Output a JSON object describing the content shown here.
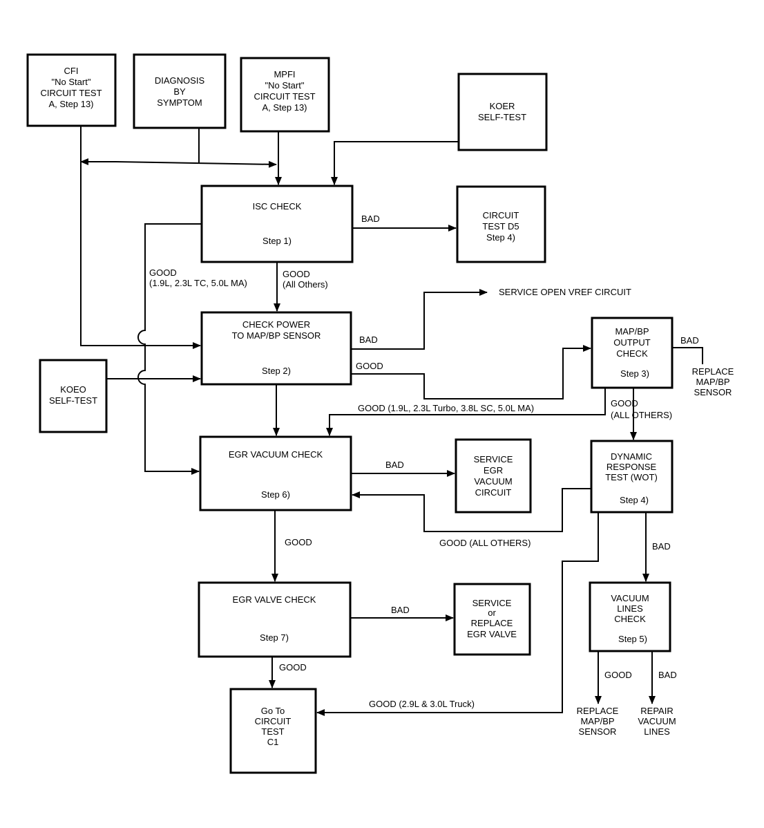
{
  "boxes": {
    "cfi": {
      "lines": [
        "CFI",
        "\"No Start\"",
        "CIRCUIT TEST",
        "A, Step 13)"
      ]
    },
    "diagnosis": {
      "lines": [
        "DIAGNOSIS",
        "BY",
        "SYMPTOM"
      ]
    },
    "mpfi": {
      "lines": [
        "MPFI",
        "\"No Start\"",
        "CIRCUIT TEST",
        "A, Step 13)"
      ]
    },
    "koer": {
      "lines": [
        "KOER",
        "SELF-TEST"
      ]
    },
    "isc": {
      "title": "ISC CHECK",
      "step": "Step 1)"
    },
    "d5": {
      "lines": [
        "CIRCUIT",
        "TEST D5",
        "Step 4)"
      ]
    },
    "power": {
      "lines": [
        "CHECK POWER",
        "TO MAP/BP SENSOR"
      ],
      "step": "Step 2)"
    },
    "koeo": {
      "lines": [
        "KOEO",
        "SELF-TEST"
      ]
    },
    "mapout": {
      "lines": [
        "MAP/BP",
        "OUTPUT",
        "CHECK"
      ],
      "step": "Step 3)"
    },
    "egrvac": {
      "title": "EGR VACUUM CHECK",
      "step": "Step 6)"
    },
    "svcegr": {
      "lines": [
        "SERVICE",
        "EGR",
        "VACUUM",
        "CIRCUIT"
      ]
    },
    "dynamic": {
      "lines": [
        "DYNAMIC",
        "RESPONSE",
        "TEST (WOT)"
      ],
      "step": "Step 4)"
    },
    "egrvalve": {
      "title": "EGR VALVE CHECK",
      "step": "Step 7)"
    },
    "svcvalve": {
      "lines": [
        "SERVICE",
        "or",
        "REPLACE",
        "EGR VALVE"
      ]
    },
    "vaclines": {
      "lines": [
        "VACUUM",
        "LINES",
        "CHECK"
      ],
      "step": "Step 5)"
    },
    "c1": {
      "lines": [
        "Go To",
        "CIRCUIT",
        "TEST",
        "C1"
      ]
    }
  },
  "labels": {
    "isc_bad": "BAD",
    "isc_good_a": [
      "GOOD",
      "(1.9L, 2.3L TC, 5.0L MA)"
    ],
    "isc_good_b": [
      "GOOD",
      "(All Others)"
    ],
    "svc_vref": "SERVICE OPEN VREF CIRCUIT",
    "power_bad": "BAD",
    "power_good": "GOOD",
    "map_bad": "BAD",
    "replace_map1": [
      "REPLACE",
      "MAP/BP",
      "SENSOR"
    ],
    "good_turbo": "GOOD (1.9L, 2.3L Turbo, 3.8L SC, 5.0L MA)",
    "good_all_others_upper": [
      "GOOD",
      "(ALL OTHERS)"
    ],
    "egrvac_bad": "BAD",
    "good_all_others_lower": "GOOD (ALL OTHERS)",
    "egrvac_good": "GOOD",
    "dyn_bad": "BAD",
    "egrvalve_bad": "BAD",
    "egrvalve_good": "GOOD",
    "good_truck": "GOOD (2.9L & 3.0L Truck)",
    "vac_good": "GOOD",
    "vac_bad": "BAD",
    "replace_map2": [
      "REPLACE",
      "MAP/BP",
      "SENSOR"
    ],
    "repair_vac": [
      "REPAIR",
      "VACUUM",
      "LINES"
    ]
  }
}
